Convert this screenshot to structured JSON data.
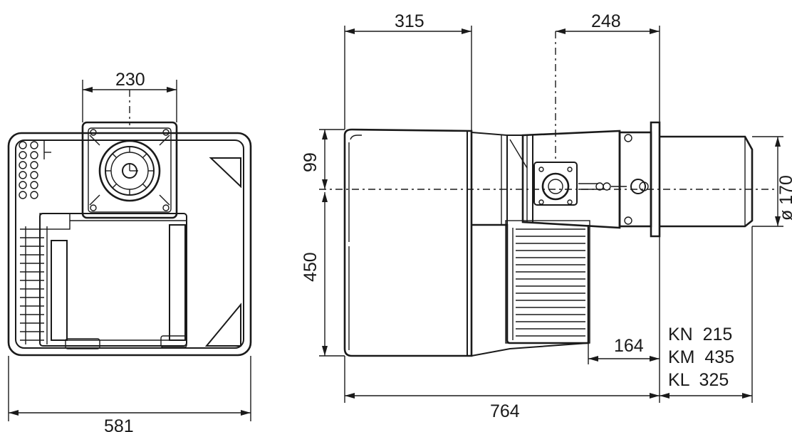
{
  "dimensions": {
    "front_width": "581",
    "front_top": "230",
    "side_rear": "315",
    "side_head": "248",
    "side_top_offset": "99",
    "side_height": "450",
    "side_total": "764",
    "side_tube": "164",
    "tube_diameter": "ø 170"
  },
  "tube_lengths": [
    "KN  215",
    "KM  435",
    "KL  325"
  ]
}
